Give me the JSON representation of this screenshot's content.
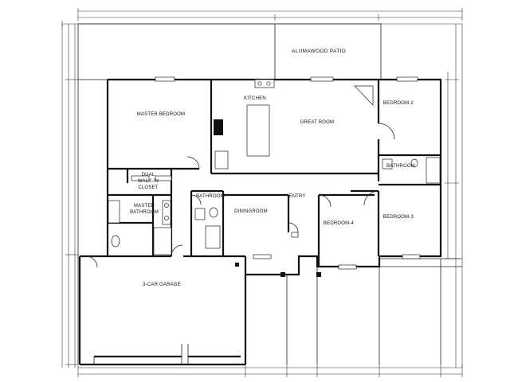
{
  "rooms": {
    "patio": "ALUMAWOOD PATIO",
    "master_bedroom": "MASTER BEDROOM",
    "kitchen": "KITCHEN",
    "great_room": "GREAT ROOM",
    "bedroom_2": "BEDROOM-2",
    "bathroom_right": "BATHROOM",
    "bedroom_3": "BEDROOM-3",
    "dual_walk_in_1": "DUAL",
    "dual_walk_in_2": "WALK-IN",
    "dual_walk_in_3": "CLOSET",
    "master_bath_1": "MASTER",
    "master_bath_2": "BATHROOM",
    "bathroom_center": "BATHROOM",
    "dining_room": "DININGROOM",
    "entry": "ENTRY",
    "bedroom_4": "BEDROOM-4",
    "garage": "3-CAR GARAGE"
  }
}
